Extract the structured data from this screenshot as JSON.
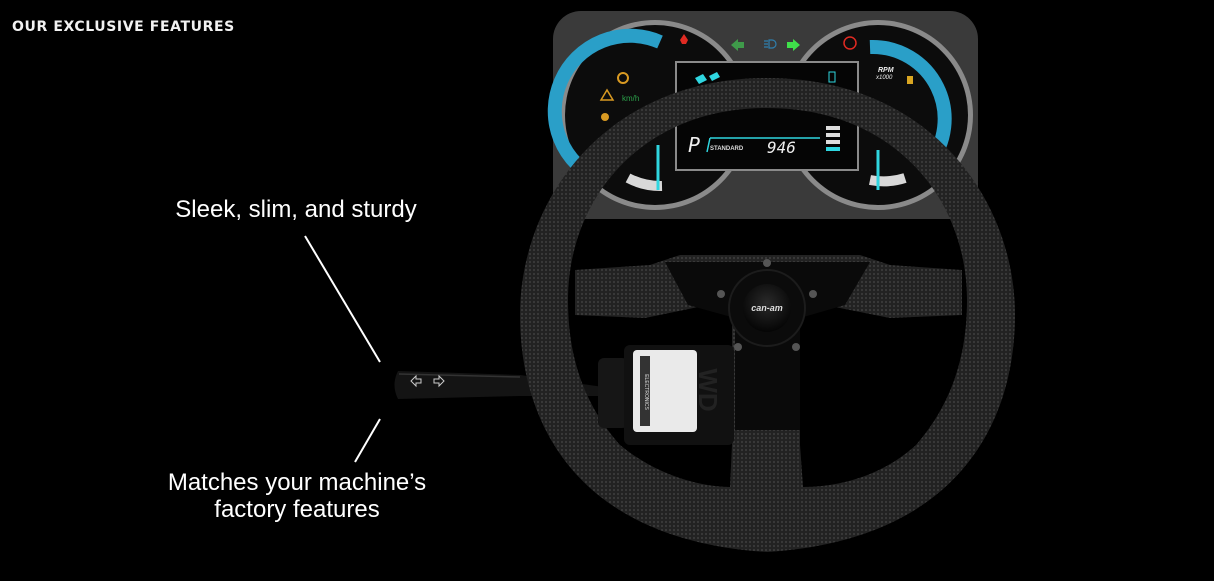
{
  "section": {
    "heading": "OUR EXCLUSIVE FEATURES"
  },
  "callouts": [
    {
      "id": "sleek",
      "text": "Sleek, slim, and sturdy"
    },
    {
      "id": "matches",
      "line1": "Matches your machine’s",
      "line2": "factory features"
    }
  ],
  "dashboard": {
    "speed_unit": "km/h",
    "rpm_label": "RPM",
    "rpm_scale": "x1000",
    "drive_mode": "STANDARD",
    "gear": "P",
    "odometer": "946",
    "indicators": {
      "left_turn_color": "#3f9a4a",
      "right_turn_color": "#3fe04a",
      "low_beam_color": "#2f7fae",
      "seatbelt_color": "#e02a22",
      "parking_brake_color": "#e02a22",
      "warning_color": "#d99a22",
      "gauge_arc_color": "#2a9fc8",
      "needle_color": "#2fd6e0"
    }
  },
  "wheel": {
    "hub_logo": "can-am",
    "module_brand": "WD",
    "module_subtitle": "ELECTRONICS",
    "stalk_icons": [
      "left-arrow",
      "right-arrow"
    ]
  }
}
